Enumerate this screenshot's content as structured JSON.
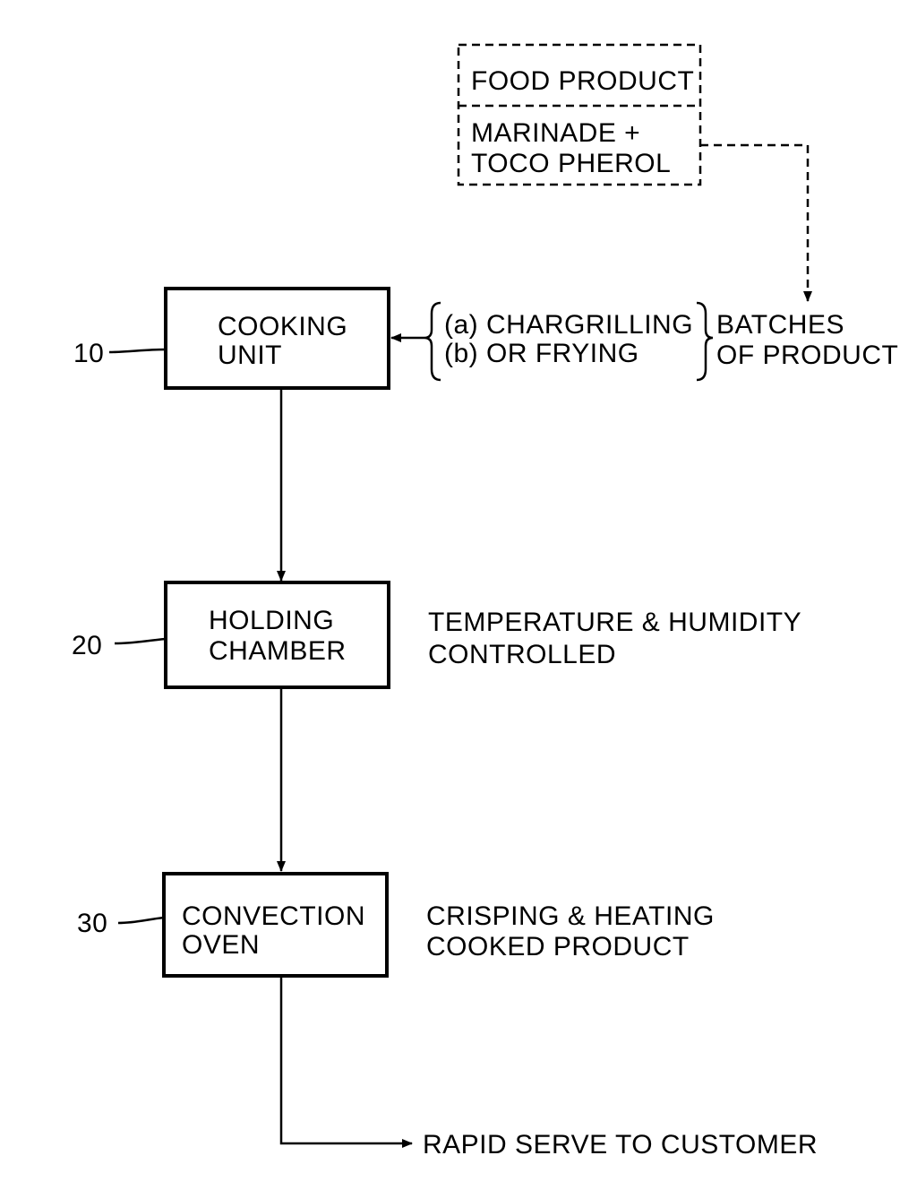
{
  "source": {
    "line1": "FOOD PRODUCT",
    "line2": "MARINADE +",
    "line3": "TOCO PHEROL"
  },
  "steps": [
    {
      "ref": "10",
      "line1": "COOKING",
      "line2": "UNIT"
    },
    {
      "ref": "20",
      "line1": "HOLDING",
      "line2": "CHAMBER"
    },
    {
      "ref": "30",
      "line1": "CONVECTION",
      "line2": "OVEN"
    }
  ],
  "cooking_methods": {
    "a": "(a) CHARGRILLING",
    "b": "(b) OR FRYING"
  },
  "batches": {
    "line1": "BATCHES",
    "line2": "OF PRODUCT"
  },
  "holding_note": {
    "line1": "TEMPERATURE & HUMIDITY",
    "line2": "CONTROLLED"
  },
  "oven_note": {
    "line1": "CRISPING & HEATING",
    "line2": "COOKED PRODUCT"
  },
  "output": "RAPID SERVE TO CUSTOMER"
}
